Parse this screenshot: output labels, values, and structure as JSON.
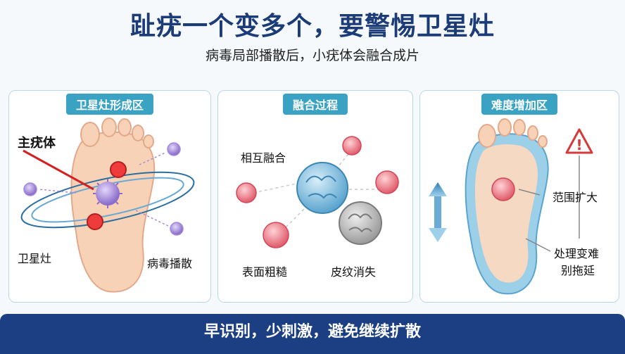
{
  "title": "趾疣一个变多个，要警惕卫星灶",
  "subtitle": "病毒局部播散后，小疣体会融合成片",
  "panels": [
    {
      "title": "卫星灶形成区",
      "labels": {
        "main_wart": "主疣体",
        "satellite": "卫星灶",
        "virus_spread": "病毒播散"
      },
      "icons": [
        "foot-sole-icon",
        "virus-icon",
        "orbit-ring-icon"
      ]
    },
    {
      "title": "融合过程",
      "labels": {
        "mutual_fusion": "相互融合",
        "rough_surface": "表面粗糙",
        "loss_of_ridges": "皮纹消失"
      },
      "icons": [
        "virus-icon",
        "fused-blob-icon"
      ]
    },
    {
      "title": "难度增加区",
      "labels": {
        "scope_expand": "范围扩大",
        "harder_line1": "处理变难",
        "harder_line2": "别拖延"
      },
      "icons": [
        "foot-sole-icon",
        "warning-icon",
        "double-arrow-icon"
      ]
    }
  ],
  "banner": "早识别，少刺激，避免继续扩散",
  "colors": {
    "title": "#1c3c78",
    "panel_header": "#3aa3c4",
    "banner": "#1b3f82",
    "virus": "#e05a6a",
    "wart": "#9b7fd1"
  }
}
